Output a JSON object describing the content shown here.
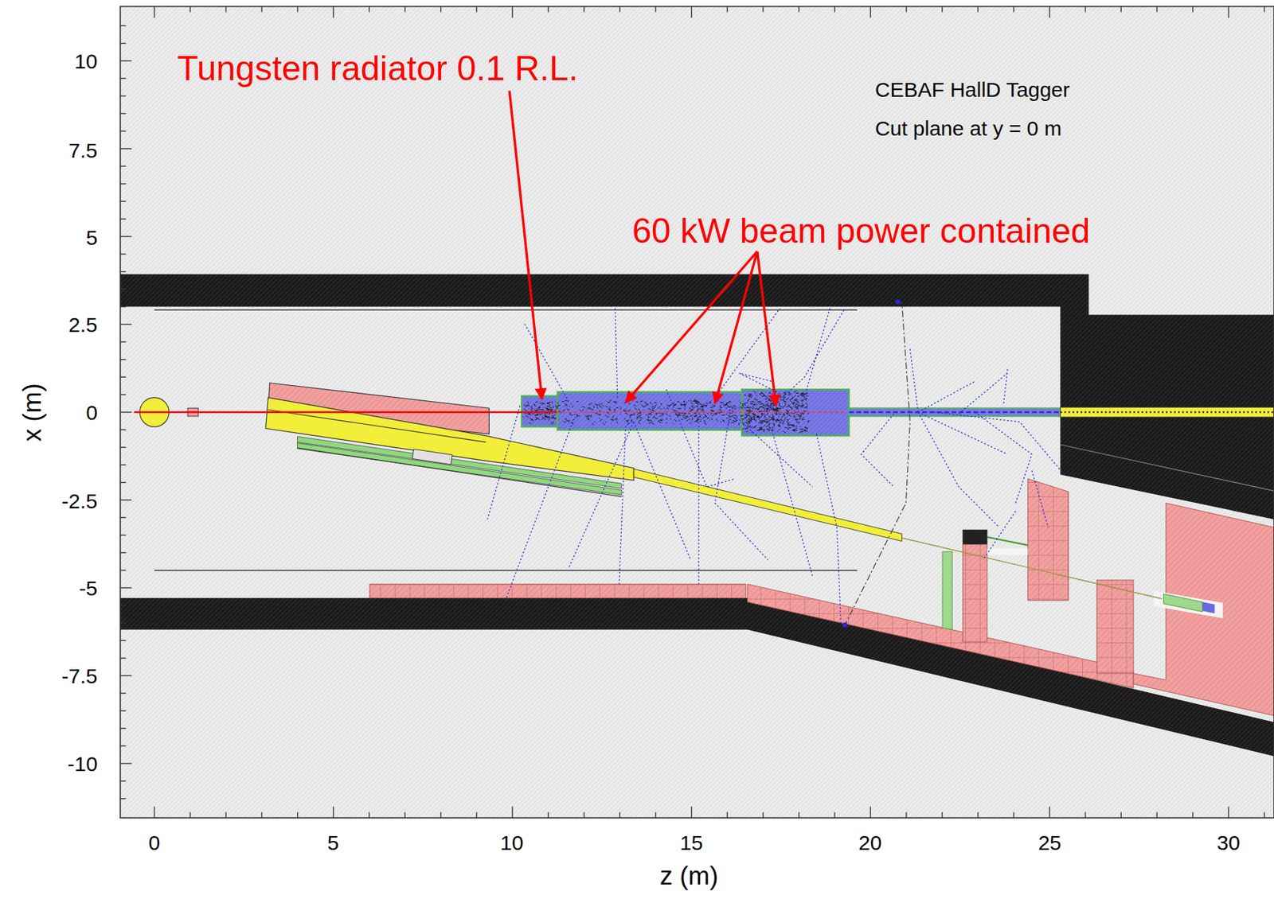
{
  "diagram": {
    "labels": [
      "Tungsten radiator 0.1 R.L.",
      "CEBAF HallD Tagger",
      "Cut plane at y = 0 m",
      "60 kW beam power contained",
      "10",
      "7.5",
      "5",
      "2.5",
      "0",
      "-2.5",
      "-5",
      "-7.5",
      "-10",
      "x (m)",
      "0",
      "5",
      "10",
      "15",
      "20",
      "25",
      "30",
      "z (m)"
    ]
  }
}
